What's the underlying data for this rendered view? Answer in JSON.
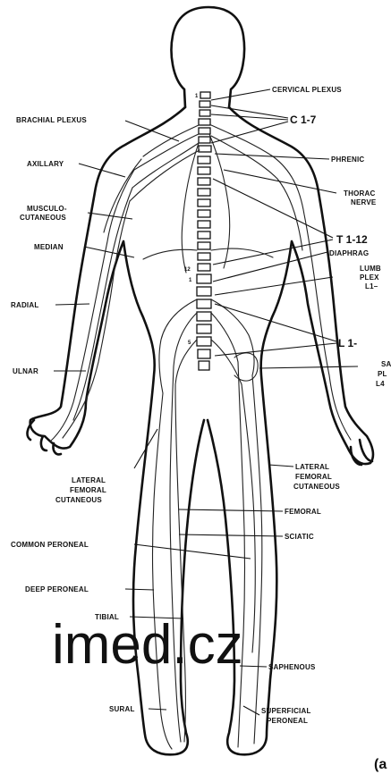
{
  "labels": {
    "cervical_plexus": "CERVICAL PLEXUS",
    "c_range": "C 1-7",
    "brachial_plexus": "BRACHIAL PLEXUS",
    "phrenic": "PHRENIC",
    "axillary": "AXILLARY",
    "thoracic_nerves": [
      "THORAC",
      "NERVE"
    ],
    "musculocutaneous": [
      "MUSCULO-",
      "CUTANEOUS"
    ],
    "t_range": "T 1-12",
    "median": "MEDIAN",
    "diaphragm": "DIAPHRAG",
    "lumbar_plexus": [
      "LUMB",
      "PLEX",
      "L1–"
    ],
    "radial": "RADIAL",
    "l_range": "L 1-",
    "ulnar": "ULNAR",
    "sacral_plexus": [
      "SA",
      "PL",
      "L4"
    ],
    "lateral_femoral_cutaneous_left": [
      "LATERAL",
      "FEMORAL",
      "CUTANEOUS"
    ],
    "lateral_femoral_cutaneous_right": [
      "LATERAL",
      "FEMORAL",
      "CUTANEOUS"
    ],
    "femoral": "FEMORAL",
    "sciatic": "SCIATIC",
    "common_peroneal": "COMMON PERONEAL",
    "deep_peroneal": "DEEP PERONEAL",
    "tibial": "TIBIAL",
    "saphenous": "SAPHENOUS",
    "sural": "SURAL",
    "superficial_peroneal": [
      "SUPERFICIAL",
      "PERONEAL"
    ]
  },
  "vertebra_marks": [
    "1",
    "12",
    "1",
    "5"
  ],
  "watermark": "imed.cz",
  "corner_mark": "(a"
}
